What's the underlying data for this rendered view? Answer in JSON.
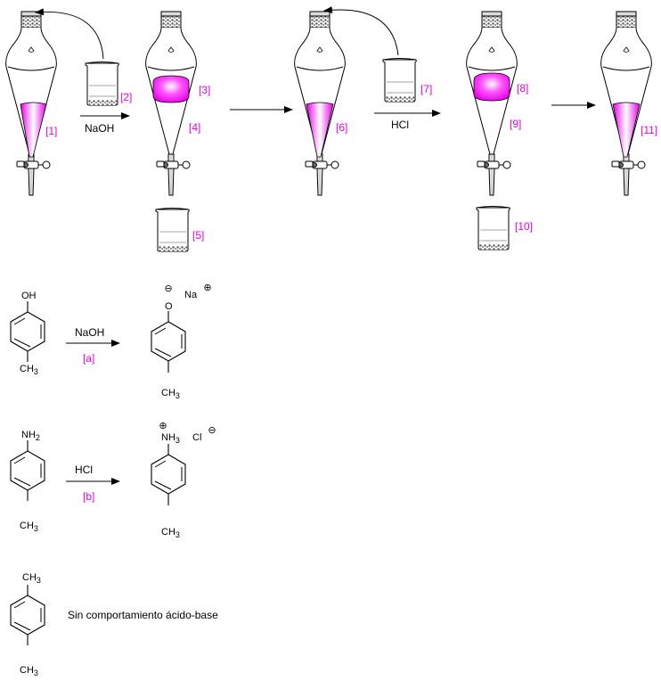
{
  "colors": {
    "accent": "#e600e6",
    "line": "#000000",
    "background": "#ffffff"
  },
  "funnels": {
    "f1": {
      "label": "[1]"
    },
    "f2": {
      "top_label": "[3]",
      "bottom_label": "[4]"
    },
    "f3": {
      "label": "[6]"
    },
    "f4": {
      "top_label": "[8]",
      "bottom_label": "[9]"
    },
    "f5": {
      "label": "[11]"
    }
  },
  "beakers": {
    "b2": {
      "label": "[2]"
    },
    "b5": {
      "label": "[5]"
    },
    "b7": {
      "label": "[7]"
    },
    "b10": {
      "label": "[10]"
    }
  },
  "steps": {
    "step1_reagent": "NaOH",
    "step3_reagent": "HCl"
  },
  "reactions": {
    "phenol": {
      "substituent": "OH",
      "methyl": "CH",
      "methyl_sub": "3",
      "reagent": "NaOH",
      "step_label": "[a]",
      "product_atom": "O",
      "product_charge": "⊖",
      "counterion": "Na",
      "counterion_charge": "⊕",
      "product_methyl": "CH",
      "product_methyl_sub": "3"
    },
    "aniline": {
      "substituent": "NH",
      "substituent_sub": "2",
      "methyl": "CH",
      "methyl_sub": "3",
      "reagent": "HCl",
      "step_label": "[b]",
      "product_group": "NH",
      "product_group_sub": "3",
      "product_charge": "⊕",
      "counterion": "Cl",
      "counterion_charge": "⊖",
      "product_methyl": "CH",
      "product_methyl_sub": "3"
    },
    "toluene": {
      "top_methyl": "CH",
      "top_methyl_sub": "3",
      "bottom_methyl": "CH",
      "bottom_methyl_sub": "3",
      "note": "Sin comportamiento ácido-base"
    }
  }
}
